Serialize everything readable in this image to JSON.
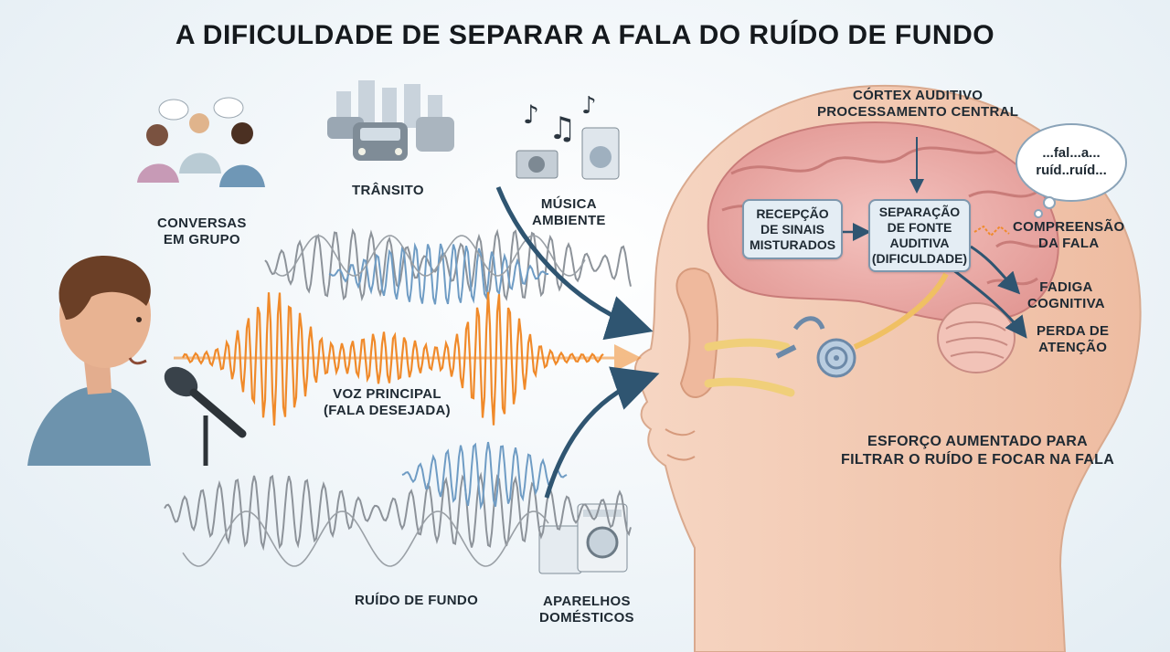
{
  "title": "A DIFICULDADE DE SEPARAR A FALA DO RUÍDO DE FUNDO",
  "sources": {
    "group_talk": [
      "CONVERSAS",
      "EM GRUPO"
    ],
    "traffic": [
      "TRÂNSITO"
    ],
    "music": [
      "MÚSICA",
      "AMBIENTE"
    ],
    "appliances": [
      "APARELHOS",
      "DOMÉSTICOS"
    ],
    "background_noise": [
      "RUÍDO DE FUNDO"
    ],
    "main_voice": [
      "VOZ PRINCIPAL",
      "(FALA DESEJADA)"
    ]
  },
  "brain": {
    "cortex_label": [
      "CÓRTEX AUDITIVO",
      "PROCESSAMENTO CENTRAL"
    ],
    "thought_bubble": [
      "...fal...a...",
      "ruíd..ruíd..."
    ],
    "box_reception": [
      "RECEPÇÃO",
      "DE SINAIS",
      "MISTURADOS"
    ],
    "box_separation": [
      "SEPARAÇÃO",
      "DE FONTE",
      "AUDITIVA",
      "(DIFICULDADE)"
    ],
    "outcome_comprehension": [
      "COMPREENSÃO",
      "DA FALA"
    ],
    "outcome_fatigue": [
      "FADIGA",
      "COGNITIVA"
    ],
    "outcome_attention": [
      "PERDA DE",
      "ATENÇÃO"
    ],
    "effort_caption": [
      "ESFORÇO AUMENTADO PARA",
      "FILTRAR O RUÍDO E FOCAR NA FALA"
    ]
  },
  "colors": {
    "voice_wave": "#f08a2a",
    "noise_wave_gray": "#8d939a",
    "noise_wave_blue": "#6f9cc4",
    "arrow_blue": "#2f5571",
    "skin": "#f3c9b0",
    "brain": "#e9a8a6",
    "box_bg": "#e4edf4"
  }
}
